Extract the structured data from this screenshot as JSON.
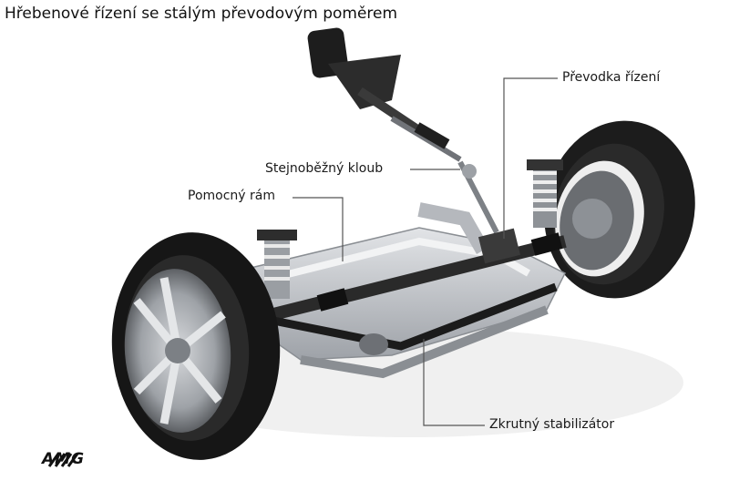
{
  "title": "Hřebenové řízení se stálým převodovým poměrem",
  "labels": {
    "prevodka": "Převodka řízení",
    "kloub": "Stejnoběžný kloub",
    "ram": "Pomocný rám",
    "stabilizator": "Zkrutný stabilizátor"
  },
  "logo": "AMG",
  "colors": {
    "tire": "#1b1b1b",
    "rim": "#9a9ea3",
    "subframe": "#c4c7cc",
    "leader": "#444444"
  }
}
